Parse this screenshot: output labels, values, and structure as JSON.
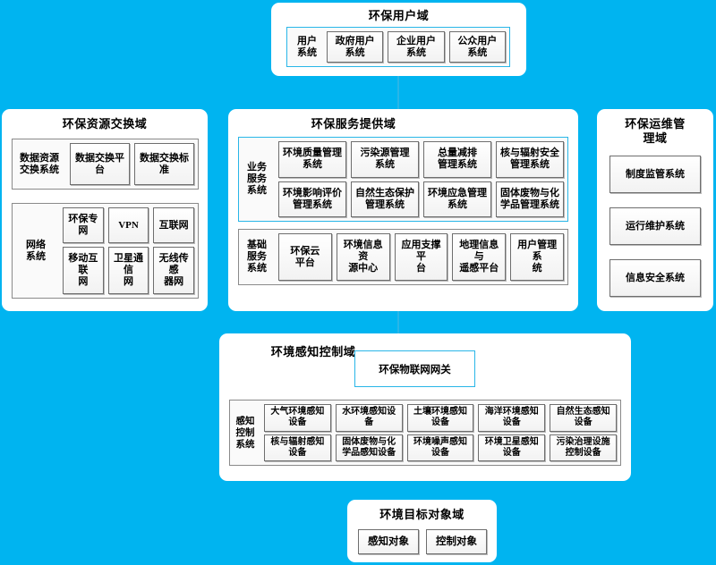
{
  "theme": {
    "background": "#00B4F0",
    "accent": "#29B6E8",
    "panel_bg": "#FFFFFF",
    "node_border": "#6E6E6E"
  },
  "user_domain": {
    "title": "环保用户域",
    "group": {
      "label": "用户\n系统",
      "label_line1": "用户",
      "label_line2": "系统",
      "nodes": [
        "政府用户\n系统",
        "企业用户\n系统",
        "公众用户\n系统"
      ]
    }
  },
  "resource_domain": {
    "title": "环保资源交换域",
    "data_group": {
      "label": "数据资源\n交换系统",
      "nodes": [
        "数据交换平台",
        "数据交换标准"
      ]
    },
    "network_group": {
      "label": "网络\n系统",
      "row1": [
        "环保专网",
        "VPN",
        "互联网"
      ],
      "row2": [
        "移动互联\n网",
        "卫星通信\n网",
        "无线传感\n器网"
      ]
    }
  },
  "service_domain": {
    "title": "环保服务提供域",
    "business_group": {
      "label": "业务\n服务\n系统",
      "row1": [
        "环境质量管理\n系统",
        "污染源管理\n系统",
        "总量减排\n管理系统",
        "核与辐射安全\n管理系统"
      ],
      "row2": [
        "环境影响评价\n管理系统",
        "自然生态保护\n管理系统",
        "环境应急管理\n系统",
        "固体废物与化\n学品管理系统"
      ]
    },
    "base_group": {
      "label": "基础\n服务\n系统",
      "nodes": [
        "环保云\n平台",
        "环境信息资\n源中心",
        "应用支撑平\n台",
        "地理信息与\n遥感平台",
        "用户管理系\n统"
      ]
    }
  },
  "ops_domain": {
    "title": "环保运维管\n理域",
    "nodes": [
      "制度监管系统",
      "运行维护系统",
      "信息安全系统"
    ]
  },
  "sensing_domain": {
    "title": "环境感知控制域",
    "gateway": "环保物联网网关",
    "group": {
      "label": "感知\n控制\n系统",
      "row1": [
        "大气环境感知\n设备",
        "水环境感知设\n备",
        "土壤环境感知\n设备",
        "海洋环境感知\n设备",
        "自然生态感知\n设备"
      ],
      "row2": [
        "核与辐射感知\n设备",
        "固体废物与化\n学品感知设备",
        "环境噪声感知\n设备",
        "环境卫星感知\n设备",
        "污染治理设施\n控制设备"
      ]
    }
  },
  "target_domain": {
    "title": "环境目标对象域",
    "nodes": [
      "感知对象",
      "控制对象"
    ]
  }
}
